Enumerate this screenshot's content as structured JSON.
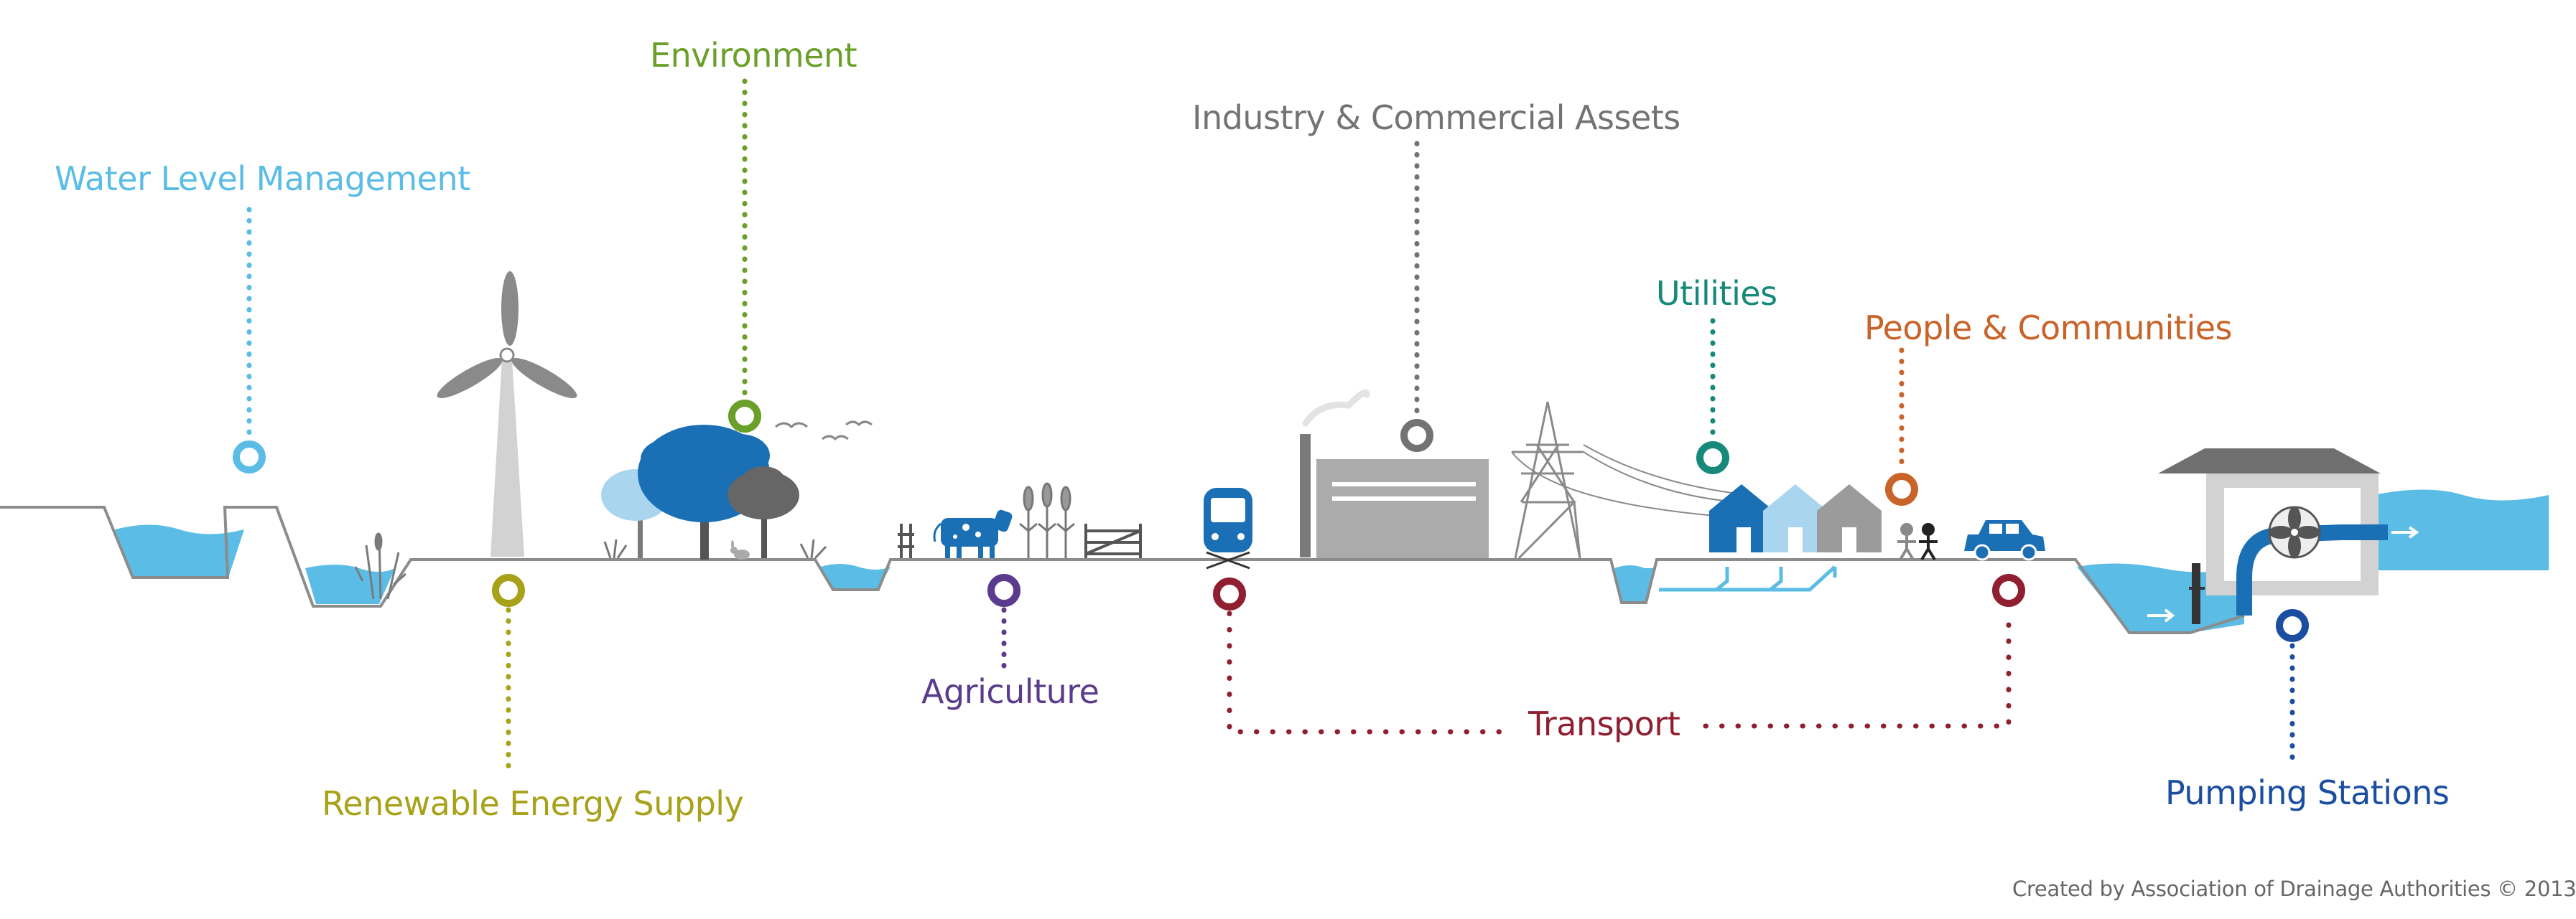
{
  "labels": {
    "water_level_management": "Water Level Management",
    "environment": "Environment",
    "industry_commercial_assets": "Industry & Commercial Assets",
    "utilities": "Utilities",
    "people_communities": "People & Communities",
    "renewable_energy_supply": "Renewable Energy Supply",
    "agriculture": "Agriculture",
    "transport": "Transport",
    "pumping_stations": "Pumping Stations"
  },
  "credit": "Created by Association of Drainage Authorities © 2013",
  "colors": {
    "water_level_management": "#5bbde6",
    "environment": "#6a9f2a",
    "industry_commercial_assets": "#737373",
    "utilities": "#16897a",
    "people_communities": "#c8642a",
    "renewable_energy_supply": "#a8a21a",
    "agriculture": "#5a3b8e",
    "transport": "#8f1f31",
    "pumping_stations": "#1b4ea0",
    "water": "#5bbde6",
    "dark_blue": "#1a6fb5",
    "ground": "#8c8c8c",
    "building_grey": "#ababab"
  },
  "icons": [
    "wind-turbine-icon",
    "tree-icon",
    "birds-icon",
    "cow-icon",
    "wheat-icon",
    "gate-icon",
    "train-icon",
    "factory-icon",
    "pylon-icon",
    "house-icon",
    "people-icon",
    "car-icon",
    "pumping-station-icon",
    "fan-icon",
    "rabbit-icon",
    "reeds-icon"
  ]
}
